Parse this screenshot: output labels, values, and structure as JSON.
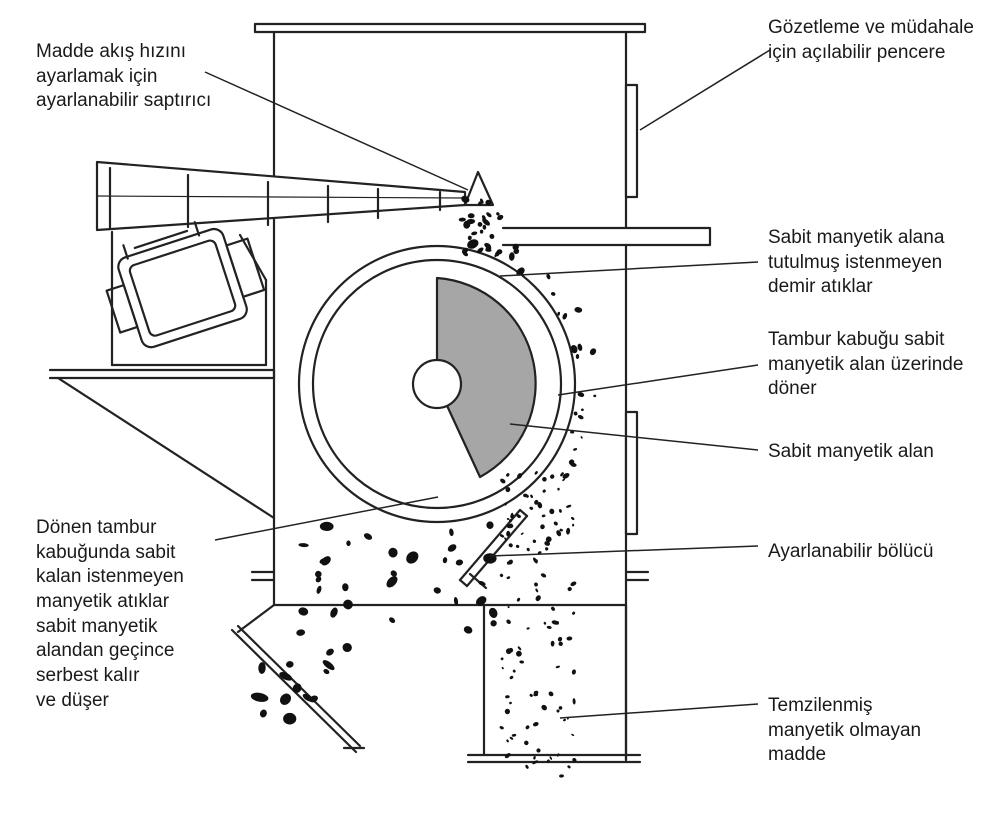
{
  "labels": {
    "deflector": [
      "Madde akış hızını",
      "ayarlamak  için",
      "ayarlanabilir saptırıcı"
    ],
    "window": [
      "Gözetleme ve müdahale",
      "için açılabilir pencere"
    ],
    "trapped_iron": [
      "Sabit manyetik alana",
      "tutulmuş istenmeyen",
      "demir atıklar"
    ],
    "shell": [
      "Tambur kabuğu sabit",
      "manyetik alan üzerinde",
      "döner"
    ],
    "field": [
      "Sabit manyetik alan"
    ],
    "divider": [
      "Ayarlanabilir bölücü"
    ],
    "released": [
      "Dönen tambur",
      "kabuğunda sabit",
      "kalan istenmeyen",
      "manyetik atıklar",
      "sabit manyetik",
      "alandan geçince",
      "serbest kalır",
      "ve düşer"
    ],
    "clean": [
      "Temzilenmiş",
      "manyetik olmayan",
      "madde"
    ]
  },
  "colors": {
    "line": "#222222",
    "field_fill": "#a6a6a6",
    "particle": "#111111"
  }
}
